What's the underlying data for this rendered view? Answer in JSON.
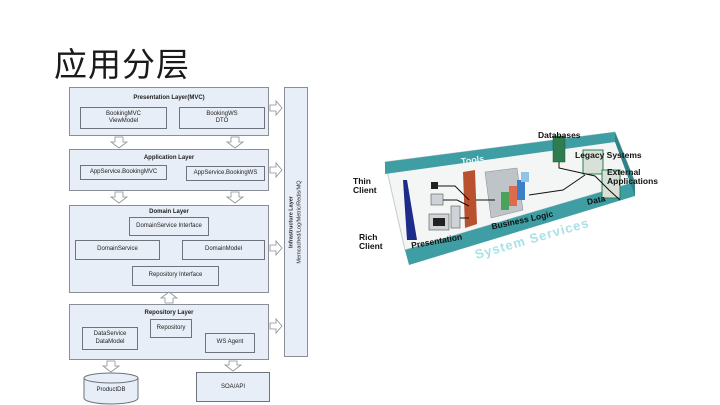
{
  "slide": {
    "title": "应用分层"
  },
  "diagram": {
    "presentation_layer": {
      "title": "Presentation Layer(MVC)",
      "boxes": [
        {
          "line1": "BookingMVC",
          "line2": "ViewModel"
        },
        {
          "line1": "BookingWS",
          "line2": "DTO"
        }
      ]
    },
    "application_layer": {
      "title": "Application Layer",
      "boxes": [
        {
          "label": "AppService.BookingMVC"
        },
        {
          "label": "AppService.BookingWS"
        }
      ]
    },
    "domain_layer": {
      "title": "Domain Layer",
      "interface": "DomainService Interface",
      "service": "DomainService",
      "model": "DomainModel",
      "repo_interface": "Repository Interface"
    },
    "repository_layer": {
      "title": "Repository Layer",
      "data_service": {
        "line1": "DataService",
        "line2": "DataModel"
      },
      "repository": "Repository",
      "ws_agent": "WS Agent"
    },
    "infrastructure_layer": {
      "title": "Infrastructure Layer",
      "detail": "Memcached/Log/Metric/Redis/MQ"
    },
    "external": {
      "database": "ProductDB",
      "api": "SOA/API"
    }
  },
  "illustration": {
    "labels": {
      "thin_client": [
        "Thin",
        "Client"
      ],
      "rich_client": [
        "Rich",
        "Client"
      ],
      "presentation": "Presentation",
      "business_logic": "Business Logic",
      "databases": "Databases",
      "legacy": "Legacy Systems",
      "external": [
        "External",
        "Applications"
      ],
      "data": "Data",
      "tools": "Tools",
      "system_services": "System Services"
    },
    "colors": {
      "teal": "#3e9ea3",
      "platform": "#f4f6f6",
      "brick": "#b9502e",
      "server_green": "#2e7d4f"
    }
  }
}
